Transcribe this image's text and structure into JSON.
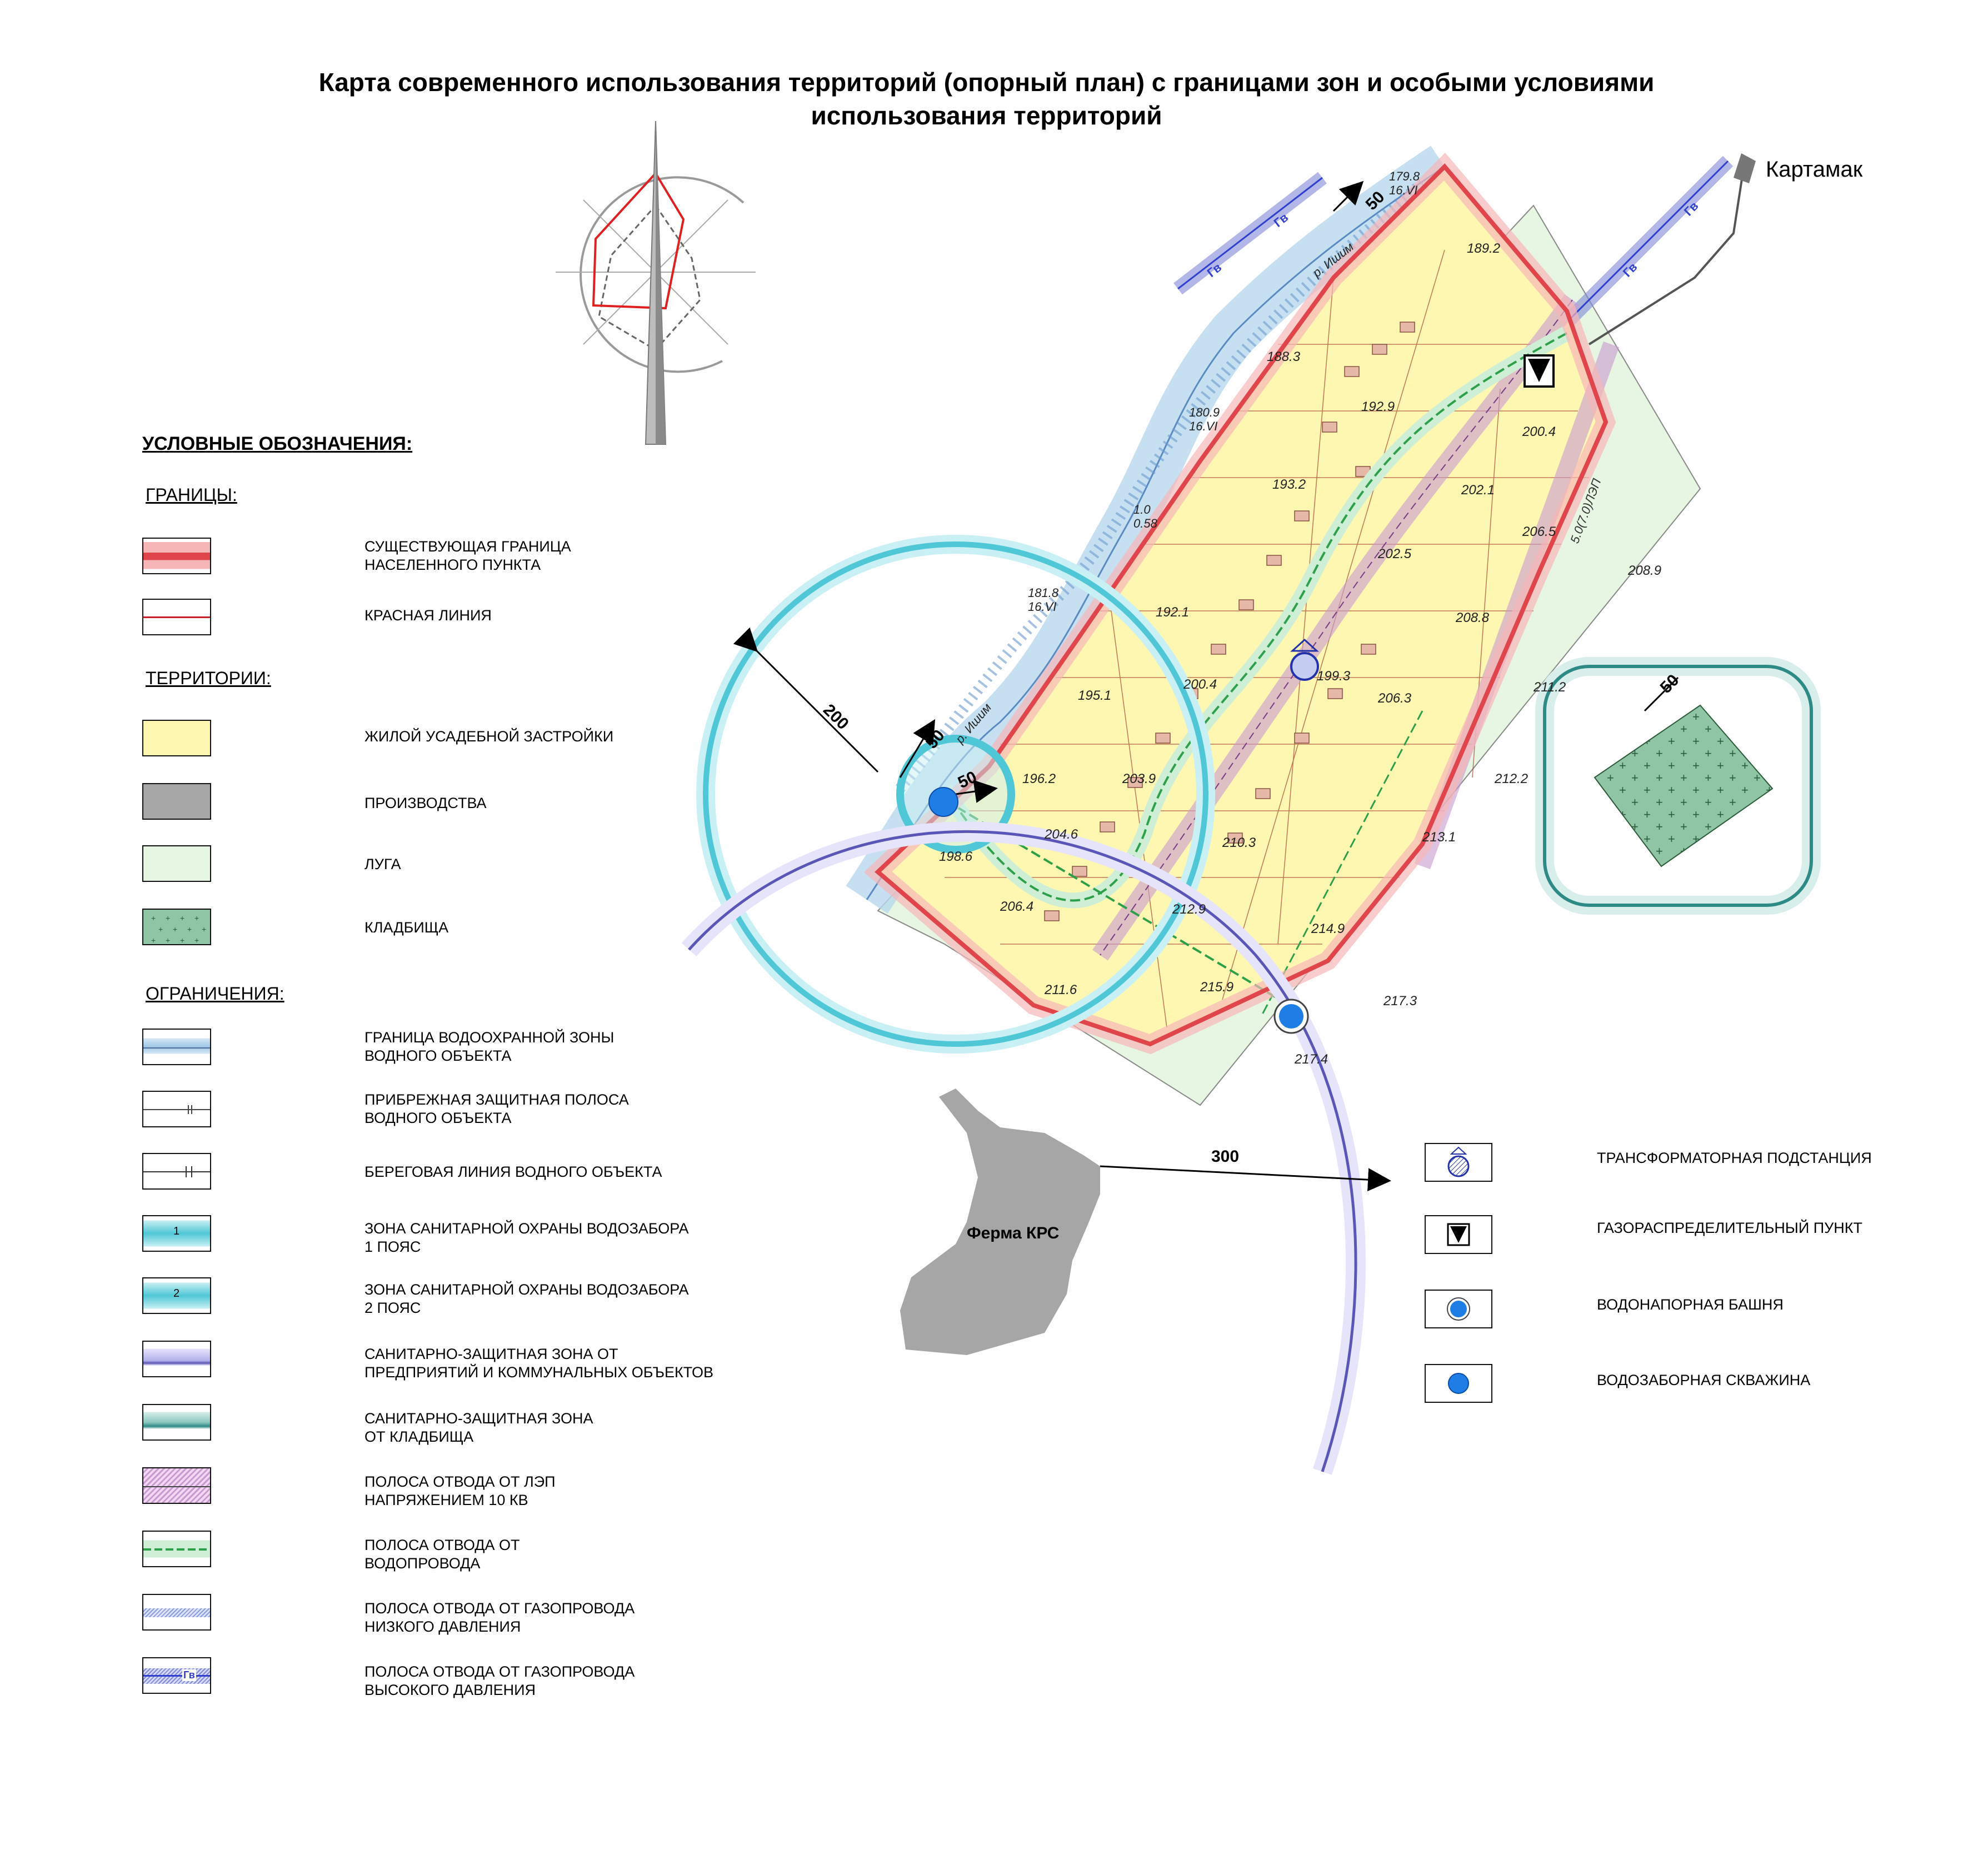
{
  "title": {
    "line1": "Карта современного использования территорий (опорный план) с границами зон и особыми условиями",
    "line2": "использования территорий"
  },
  "legend": {
    "heading": "УСЛОВНЫЕ ОБОЗНАЧЕНИЯ:",
    "sections": {
      "boundaries": "ГРАНИЦЫ:",
      "territories": "ТЕРРИТОРИИ:",
      "restrictions": "ОГРАНИЧЕНИЯ:"
    },
    "items": [
      {
        "line1": "СУЩЕСТВУЮЩАЯ ГРАНИЦА",
        "line2": "НАСЕЛЕННОГО ПУНКТА",
        "color": "#e0454b"
      },
      {
        "line1": "КРАСНАЯ ЛИНИЯ",
        "line2": "",
        "color": "#c8202a"
      },
      {
        "line1": "ЖИЛОЙ УСАДЕБНОЙ ЗАСТРОЙКИ",
        "line2": "",
        "color": "#fdf7b2"
      },
      {
        "line1": "ПРОИЗВОДСТВА",
        "line2": "",
        "color": "#a6a6a6"
      },
      {
        "line1": "ЛУГА",
        "line2": "",
        "color": "#e6f6e2"
      },
      {
        "line1": "КЛАДБИЩА",
        "line2": "",
        "color": "#8fc5a4"
      },
      {
        "line1": "ГРАНИЦА ВОДООХРАННОЙ ЗОНЫ",
        "line2": "ВОДНОГО ОБЪЕКТА",
        "color": "#9fc6e6"
      },
      {
        "line1": "ПРИБРЕЖНАЯ ЗАЩИТНАЯ ПОЛОСА",
        "line2": "ВОДНОГО ОБЪЕКТА",
        "color": "#444444"
      },
      {
        "line1": "БЕРЕГОВАЯ ЛИНИЯ ВОДНОГО ОБЪЕКТА",
        "line2": "",
        "color": "#333333"
      },
      {
        "line1": "ЗОНА САНИТАРНОЙ ОХРАНЫ ВОДОЗАБОРА",
        "line2": "1 ПОЯС",
        "color": "#4fc7d6"
      },
      {
        "line1": "ЗОНА САНИТАРНОЙ ОХРАНЫ ВОДОЗАБОРА",
        "line2": "2 ПОЯС",
        "color": "#4fc7d6"
      },
      {
        "line1": "САНИТАРНО-ЗАЩИТНАЯ ЗОНА ОТ",
        "line2": "ПРЕДПРИЯТИЙ И КОММУНАЛЬНЫХ ОБЪЕКТОВ",
        "color": "#5a56b8"
      },
      {
        "line1": "САНИТАРНО-ЗАЩИТНАЯ ЗОНА",
        "line2": "ОТ КЛАДБИЩА",
        "color": "#2e8a86"
      },
      {
        "line1": "ПОЛОСА ОТВОДА ОТ ЛЭП",
        "line2": "НАПРЯЖЕНИЕМ 10 КВ",
        "color": "#9a5aa8"
      },
      {
        "line1": "ПОЛОСА ОТВОДА ОТ",
        "line2": "ВОДОПРОВОДА",
        "color": "#2da04a"
      },
      {
        "line1": "ПОЛОСА ОТВОДА ОТ ГАЗОПРОВОДА",
        "line2": "НИЗКОГО ДАВЛЕНИЯ",
        "color": "#6a7fd0"
      },
      {
        "line1": "ПОЛОСА ОТВОДА ОТ ГАЗОПРОВОДА",
        "line2": "ВЫСОКОГО ДАВЛЕНИЯ",
        "color": "#2f3fd0"
      }
    ],
    "swatch_marks": {
      "pipe_text": "Гв",
      "zone1": "1",
      "zone2": "2"
    },
    "facilities": [
      {
        "label": "ТРАНСФОРМАТОРНАЯ ПОДСТАНЦИЯ",
        "icon": "transformer-substation-icon"
      },
      {
        "label": "ГАЗОРАСПРЕДЕЛИТЕЛЬНЫЙ ПУНКТ",
        "icon": "gas-distribution-point-icon"
      },
      {
        "label": "ВОДОНАПОРНАЯ БАШНЯ",
        "icon": "water-tower-icon"
      },
      {
        "label": "ВОДОЗАБОРНАЯ СКВАЖИНА",
        "icon": "water-well-icon"
      }
    ]
  },
  "map": {
    "direction_label": "Картамак",
    "farm_label": "Ферма КРС",
    "distances": {
      "zone200": "200",
      "zone50a": "50",
      "zone50b": "50",
      "zone50c": "50",
      "zone50cem": "50",
      "zone300": "300"
    },
    "elevations": [
      "189.2",
      "188.3",
      "192.9",
      "200.4",
      "193.2",
      "202.1",
      "206.5",
      "202.5",
      "192.1",
      "199.3",
      "208.8",
      "206.3",
      "195.1",
      "200.4",
      "211.2",
      "196.2",
      "203.9",
      "212.2",
      "210.3",
      "204.6",
      "213.1",
      "198.6",
      "206.4",
      "212.9",
      "214.9",
      "211.6",
      "215.9",
      "217.3",
      "217.4",
      "208.9"
    ],
    "river_labels": [
      "179.8",
      "16.VI",
      "180.9",
      "16.VI",
      "181.8",
      "16.VI",
      "1.0",
      "0.58",
      "р. Ишим",
      "р. Ишим"
    ],
    "pipe_labels": [
      "Гв",
      "Гв",
      "Гв",
      "Гв"
    ],
    "line_label": "5.0(7.0)ЛЭП"
  }
}
